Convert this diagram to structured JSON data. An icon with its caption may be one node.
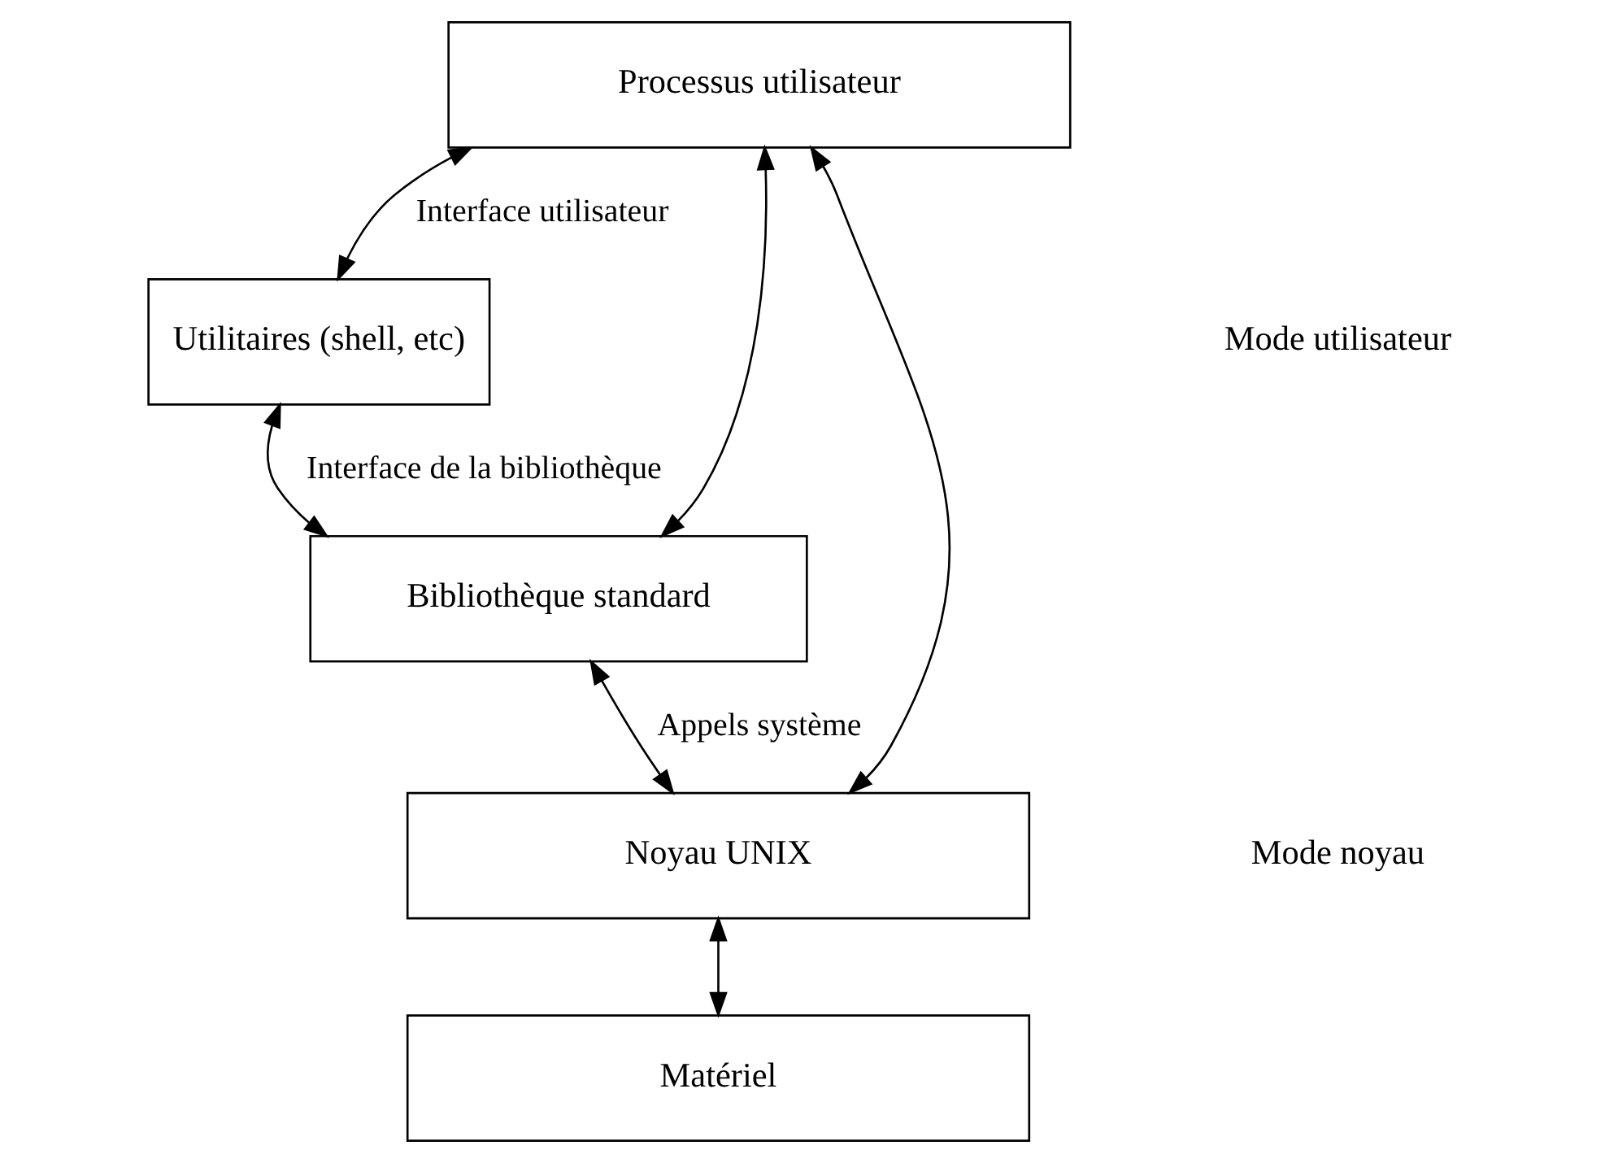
{
  "diagram": {
    "nodes": [
      {
        "text": [
          "Processus utilisateur"
        ]
      },
      {
        "text": [
          "Utilitaires (shell, etc)"
        ]
      },
      {
        "text": [
          "Bibliothèque standard"
        ]
      },
      {
        "text": [
          "Noyau UNIX"
        ]
      },
      {
        "text": [
          "Matériel"
        ]
      }
    ],
    "edges": [
      {
        "from": 0,
        "to": 1,
        "arrow": "both",
        "label": "Interface utilisateur"
      },
      {
        "from": 1,
        "to": 2,
        "arrow": "both",
        "label": "Interface de la bibliothèque"
      },
      {
        "from": 0,
        "to": 2,
        "arrow": "both"
      },
      {
        "from": 0,
        "to": 3,
        "arrow": "both"
      },
      {
        "from": 2,
        "to": 3,
        "arrow": "both",
        "label": "Appels système"
      },
      {
        "from": 3,
        "to": 4,
        "arrow": "both"
      }
    ],
    "labels": [
      "Mode utilisateur",
      "Mode noyau"
    ]
  }
}
